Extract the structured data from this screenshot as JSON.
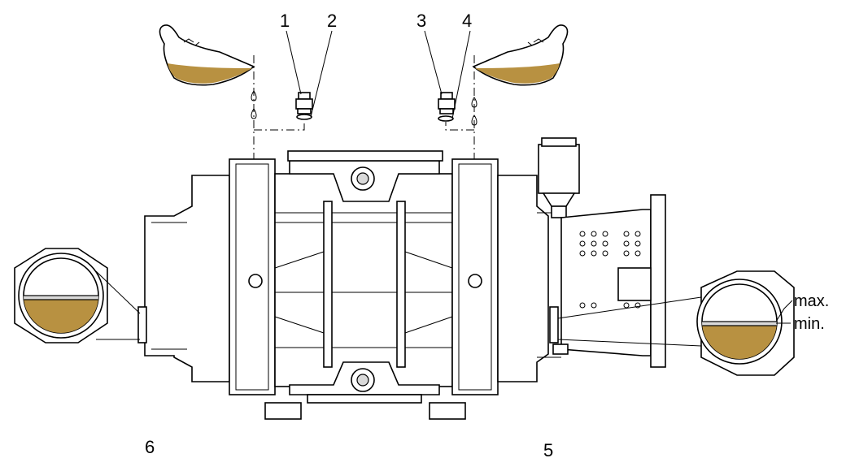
{
  "colors": {
    "oil": "#b89141",
    "line": "#000000",
    "background": "#ffffff",
    "metal": "#d9d9d9"
  },
  "labels": {
    "l1": "1",
    "l2": "2",
    "l3": "3",
    "l4": "4",
    "l5": "5",
    "l6": "6",
    "max": "max.",
    "min": "min."
  },
  "icons": {
    "oil_can_left": "oil-can-icon",
    "oil_can_right": "oil-can-icon",
    "sight_glass_left": "oil-sight-glass-icon",
    "sight_glass_right": "oil-sight-glass-icon"
  }
}
